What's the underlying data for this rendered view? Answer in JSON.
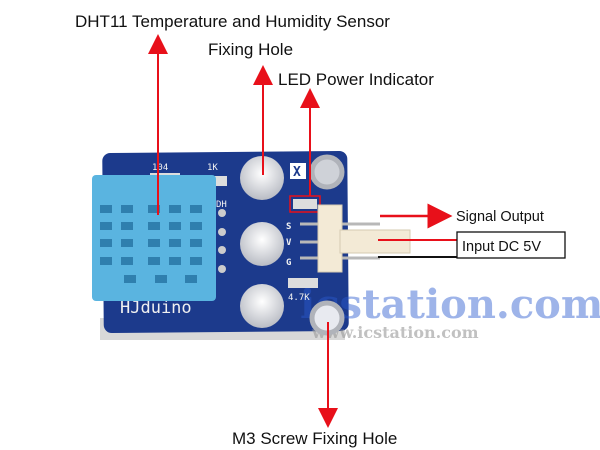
{
  "labels": {
    "sensor": "DHT11 Temperature and Humidity Sensor",
    "fixing_hole": "Fixing Hole",
    "led": "LED Power Indicator",
    "signal": "Signal Output",
    "input": "Input DC 5V",
    "m3": "M3 Screw Fixing Hole"
  },
  "board": {
    "brand": "HJduino",
    "r1": "104",
    "r2": "1K",
    "r3": "4.7K",
    "dh": "DH",
    "x_mark": "X",
    "pins": [
      "S",
      "V",
      "G"
    ]
  },
  "watermark": {
    "main": "icstation.com",
    "url": "www.icstation.com"
  },
  "colors": {
    "arrow": "#e8101a",
    "pcb": "#1c3a8c",
    "sensor": "#5ab4e0",
    "connector": "#f3ead6"
  }
}
